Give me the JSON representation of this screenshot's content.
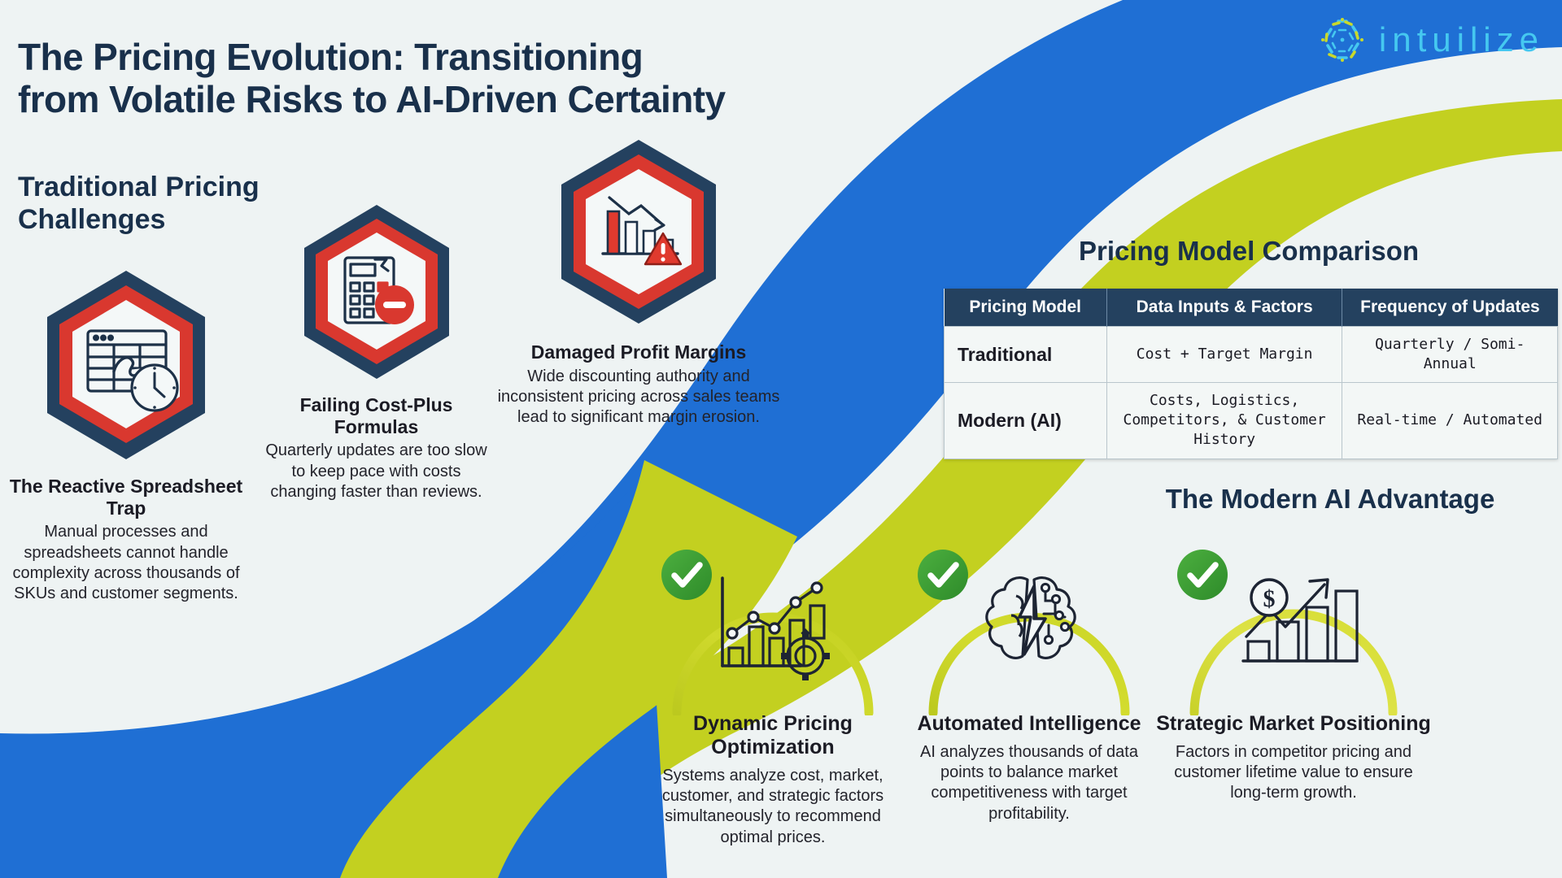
{
  "brand": {
    "logo_text": "intuilize",
    "logo_icon": "hexagon-dots-icon",
    "colors": {
      "blue": "#1f6fd4",
      "lime": "#c3d020",
      "navy": "#19304b",
      "red": "#d9382f",
      "green": "#3d9b35",
      "cyan": "#45c8f0",
      "background": "#eef3f3"
    }
  },
  "header": {
    "title_line1": "The Pricing Evolution: Transitioning",
    "title_line2": "from Volatile Risks to AI-Driven Certainty"
  },
  "left_section": {
    "heading": "Traditional Pricing Challenges",
    "cards": [
      {
        "icon": "spreadsheet-clock-icon",
        "title": "The Reactive Spreadsheet Trap",
        "body": "Manual processes and spreadsheets cannot handle complexity across thousands of SKUs and customer segments."
      },
      {
        "icon": "calculator-error-icon",
        "title": "Failing Cost-Plus Formulas",
        "body": "Quarterly updates are too slow to keep pace with costs changing faster than reviews."
      },
      {
        "icon": "declining-bar-chart-warning-icon",
        "title": "Damaged Profit Margins",
        "body": "Wide discounting authority and inconsistent pricing across sales teams lead to significant margin erosion."
      }
    ]
  },
  "comparison": {
    "heading": "Pricing Model Comparison",
    "columns": [
      "Pricing Model",
      "Data Inputs & Factors",
      "Frequency of Updates"
    ],
    "rows": [
      {
        "model": "Traditional",
        "inputs": "Cost + Target Margin",
        "frequency": "Quarterly / Somi-Annual",
        "highlight": false
      },
      {
        "model": "Modern (AI)",
        "inputs": "Costs, Logistics, Competitors, & Customer History",
        "frequency": "Real-time / Automated",
        "highlight": true
      }
    ]
  },
  "ai_section": {
    "heading": "The Modern AI Advantage",
    "cards": [
      {
        "icon": "chart-gear-analytics-icon",
        "badge": "check-circle-icon",
        "title": "Dynamic Pricing Optimization",
        "body": "Systems analyze cost, market, customer, and strategic factors simultaneously to recommend optimal prices."
      },
      {
        "icon": "ai-brain-circuit-icon",
        "badge": "check-circle-icon",
        "title": "Automated Intelligence",
        "body": "AI analyzes thousands of data points to balance market competitiveness with target profitability."
      },
      {
        "icon": "dollar-growth-chart-icon",
        "badge": "check-circle-icon",
        "title": "Strategic Market Positioning",
        "body": "Factors in competitor pricing and customer lifetime value to ensure long-term growth."
      }
    ]
  }
}
